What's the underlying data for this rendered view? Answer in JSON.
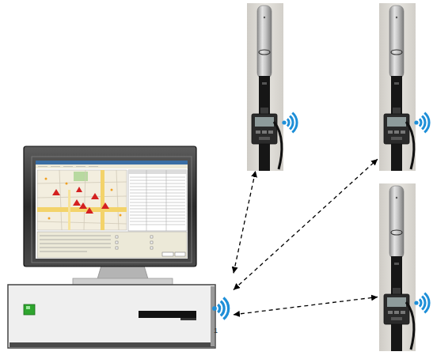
{
  "diagram": {
    "nodes": [
      {
        "text": []
      },
      {
        "text": []
      },
      {
        "text": []
      },
      {
        "text": []
      }
    ],
    "edges": [
      {
        "from": 2,
        "to": 0,
        "arrow": "both"
      },
      {
        "from": 2,
        "to": 1,
        "arrow": "both"
      },
      {
        "from": 2,
        "to": 3,
        "arrow": "both"
      }
    ],
    "labels": [
      "1"
    ]
  }
}
